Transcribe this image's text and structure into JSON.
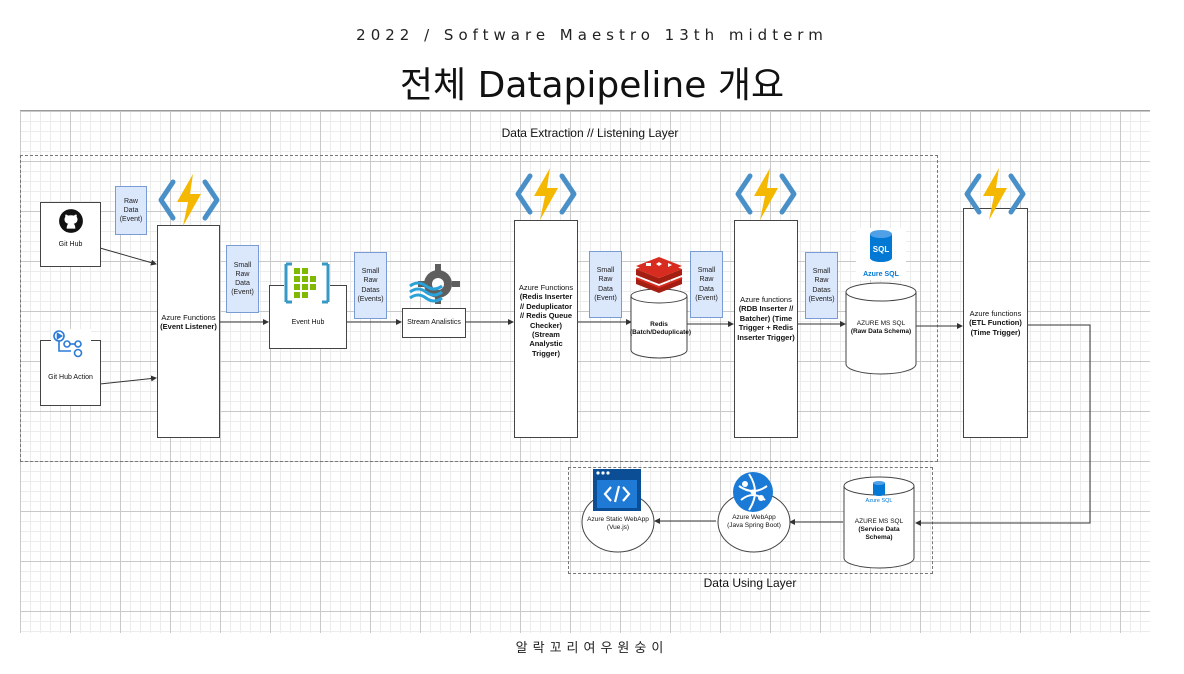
{
  "header": {
    "subtitle": "2022 / Software Maestro 13th midterm",
    "title": "전체 Datapipeline 개요"
  },
  "footer": {
    "text": "알락꼬리여우원숭이"
  },
  "layers": {
    "extraction": "Data Extraction // Listening Layer",
    "using": "Data Using Layer"
  },
  "sources": {
    "github": "Git Hub",
    "github_action": "Git Hub Action"
  },
  "notes": {
    "raw_event": "Raw Data (Event)",
    "small_raw_event": "Small Raw Data (Event)",
    "small_raw_events_1": "Small Raw Datas (Events)",
    "small_raw_event_2": "Small Raw Data (Event)",
    "small_raw_event_3": "Small Raw Data (Event)",
    "small_raw_events_2": "Small Raw Datas (Events)"
  },
  "functions": {
    "listener": {
      "title": "Azure Functions",
      "detail": "(Event Listener)"
    },
    "redis_inserter": {
      "title": "Azure Functions",
      "detail": "(Redis Inserter // Deduplicator // Redis Queue Checker) (Stream Analystic Trigger)"
    },
    "rdb_inserter": {
      "title": "Azure functions",
      "detail": "(RDB Inserter // Batcher) (Time Trigger + Redis Inserter Trigger)"
    },
    "etl": {
      "title": "Azure functions",
      "detail": "(ETL Function) (Time Trigger)"
    }
  },
  "services": {
    "event_hub": "Event Hub",
    "stream_analytics": "Stream Analistics",
    "redis": "Redis (Batch/Deduplicate)",
    "raw_sql_title": "AZURE MS SQL",
    "raw_sql_detail": "(Raw Data Schema)",
    "azure_sql_badge": "Azure SQL",
    "sql_glyph": "SQL",
    "service_sql_title": "AZURE MS SQL",
    "service_sql_detail": "(Service Data Schema)",
    "service_sql_badge": "Azure SQL",
    "webapp_title": "Azure WebApp",
    "webapp_detail": "(Java Spring Boot)",
    "static_webapp_title": "Azure Static WebApp",
    "static_webapp_detail": "(Vue.js)"
  },
  "colors": {
    "function_bolt": "#f5b800",
    "function_bracket": "#4a90c8",
    "note_fill": "#dbe7fb",
    "redis_red": "#d82c20",
    "azure_blue": "#0078d4"
  }
}
